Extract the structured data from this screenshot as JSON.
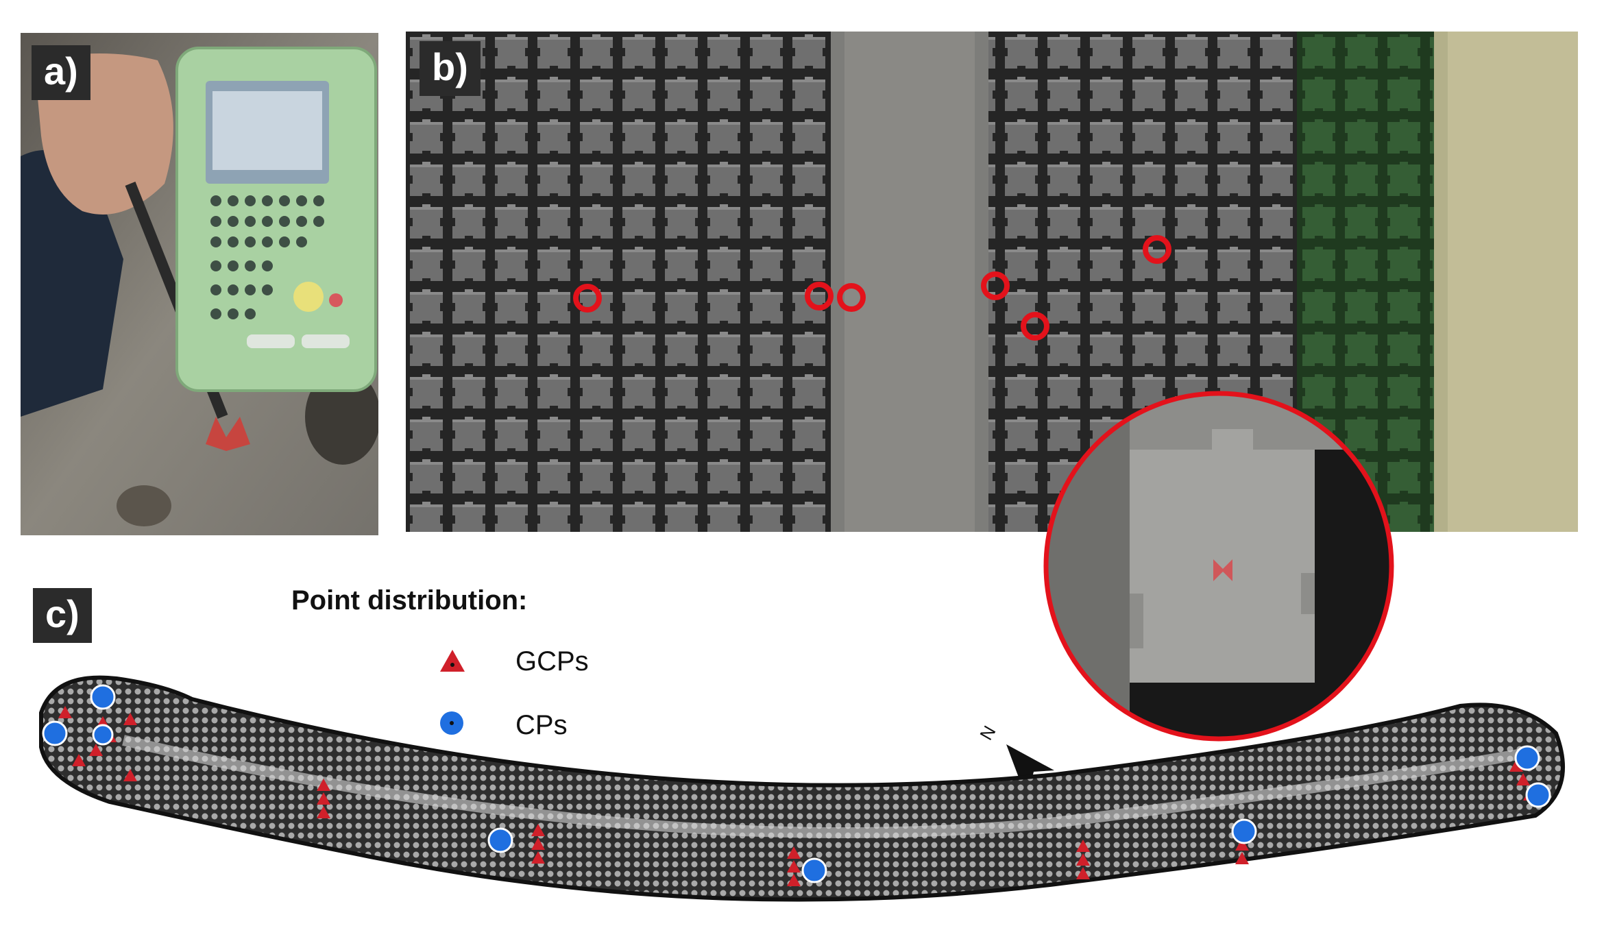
{
  "figure": {
    "panel_a": {
      "label": "a)",
      "photo": "GNSS-rover-controller-with-pole-on-ground-target"
    },
    "panel_b": {
      "label": "b)",
      "photo": "aerial-orthophoto-of-concrete-armour-units-with-red-circled-targets",
      "inset": "zoomed-armour-unit-with-red-target-marker"
    },
    "panel_c": {
      "label": "c)",
      "photo": "orthomosaic-of-breakwater-with-point-distribution"
    }
  },
  "legend": {
    "title": "Point distribution:",
    "items": [
      {
        "label": "GCPs",
        "symbol": "red-triangle-icon",
        "color": "#d0202a"
      },
      {
        "label": "CPs",
        "symbol": "blue-circle-icon",
        "color": "#1f6fe0"
      }
    ]
  },
  "north_arrow": {
    "label": "N"
  },
  "colors": {
    "target_circle": "#e3121b",
    "label_bg": "#2b2b2b",
    "cp": "#1f6fe0",
    "gcp": "#d0202a"
  }
}
